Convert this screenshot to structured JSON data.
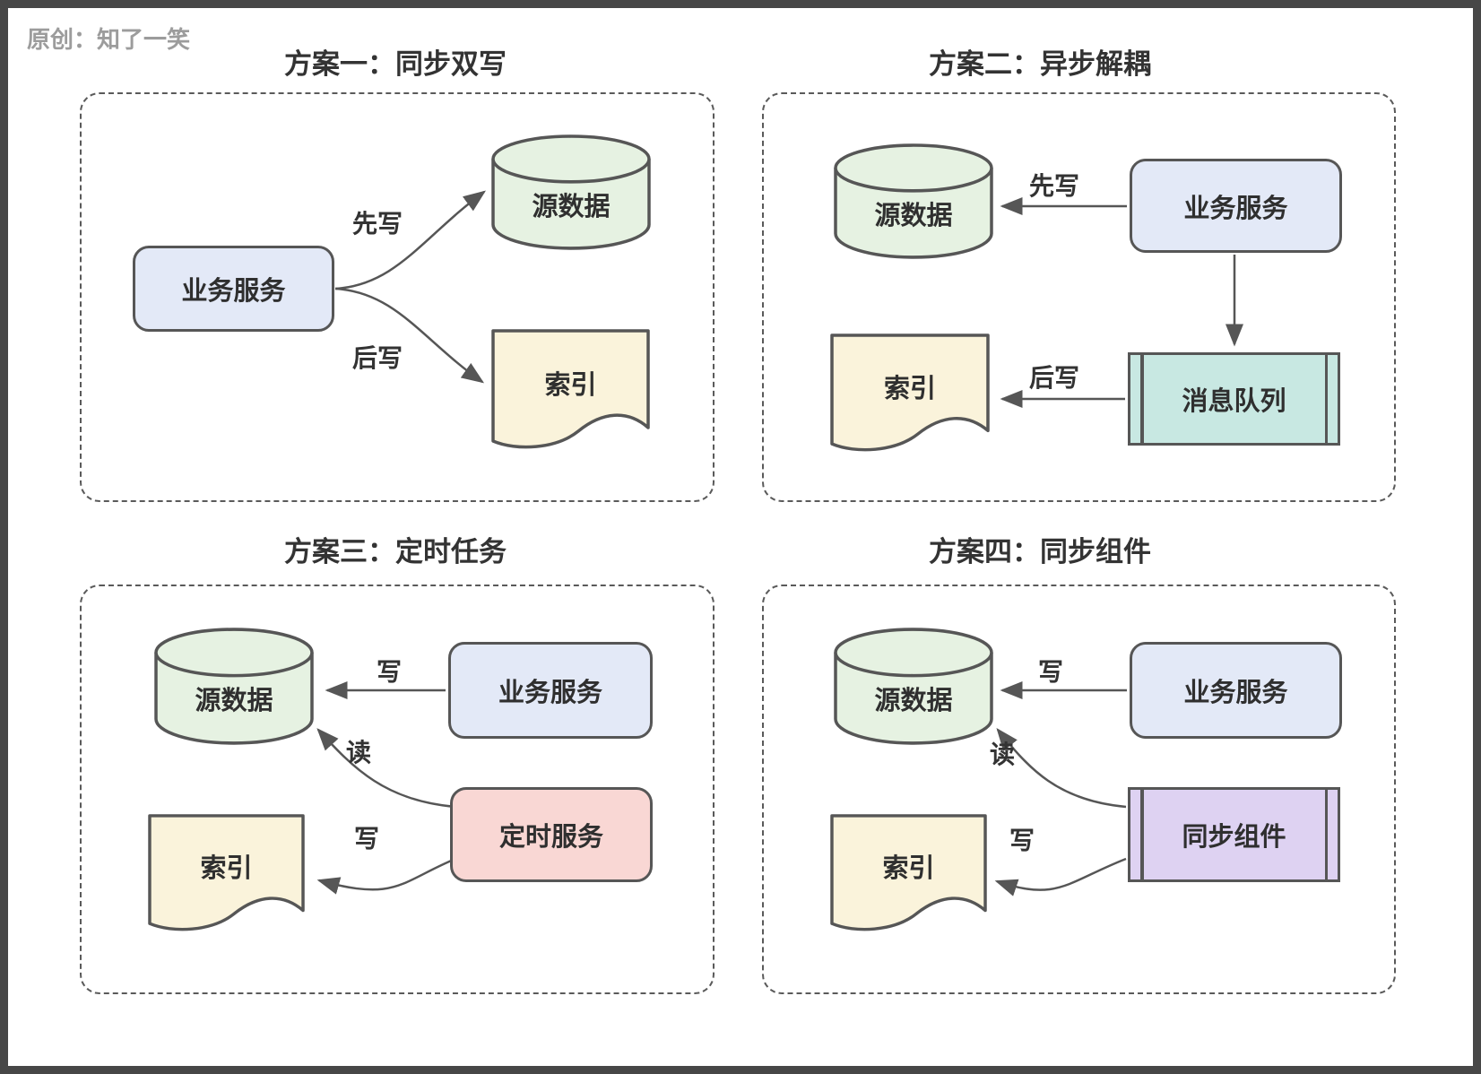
{
  "watermark": "原创：知了一笑",
  "colors": {
    "outer_frame": "#474747",
    "stroke": "#565656",
    "dashed_border": "#5a5a5a",
    "text": "#2f2f2f",
    "watermark_text": "#9c9c9c",
    "service_fill": "#e3e9f7",
    "source_db_fill": "#e6f2e2",
    "index_doc_fill": "#faf3db",
    "queue_fill": "#c8e8e2",
    "timer_fill": "#f9d7d4",
    "sync_fill": "#ded2f2"
  },
  "panels": [
    {
      "title": "方案一：同步双写",
      "nodes": {
        "service": "业务服务",
        "source": "源数据",
        "index": "索引"
      },
      "edges": {
        "to_source": "先写",
        "to_index": "后写"
      }
    },
    {
      "title": "方案二：异步解耦",
      "nodes": {
        "service": "业务服务",
        "source": "源数据",
        "queue": "消息队列",
        "index": "索引"
      },
      "edges": {
        "to_source": "先写",
        "to_index": "后写"
      }
    },
    {
      "title": "方案三：定时任务",
      "nodes": {
        "service": "业务服务",
        "source": "源数据",
        "timer": "定时服务",
        "index": "索引"
      },
      "edges": {
        "write_source": "写",
        "read_source": "读",
        "write_index": "写"
      }
    },
    {
      "title": "方案四：同步组件",
      "nodes": {
        "service": "业务服务",
        "source": "源数据",
        "sync": "同步组件",
        "index": "索引"
      },
      "edges": {
        "write_source": "写",
        "read_source": "读",
        "write_index": "写"
      }
    }
  ]
}
